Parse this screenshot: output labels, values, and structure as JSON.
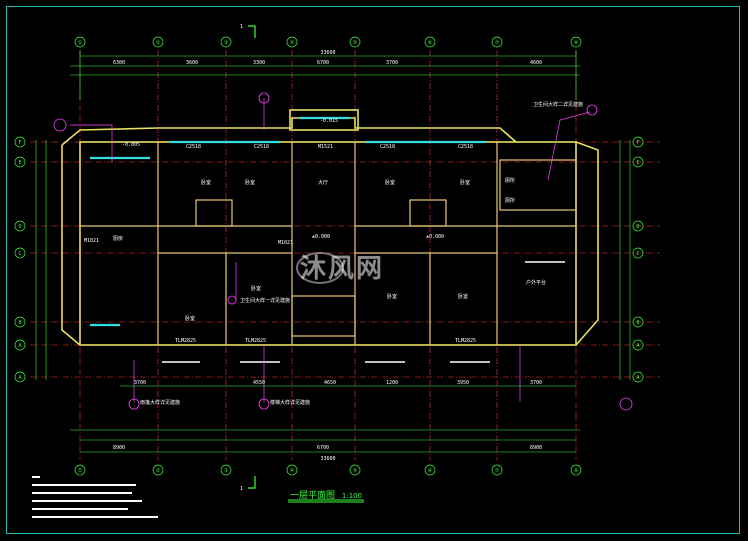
{
  "drawing": {
    "title": "一层平面图",
    "scale": "1:100",
    "section_mark": "1",
    "watermark": "沐风网"
  },
  "grid_columns": [
    "①",
    "②",
    "③",
    "④",
    "⑤",
    "⑥",
    "⑦",
    "⑧"
  ],
  "grid_rows": [
    "F",
    "E",
    "D",
    "C",
    "B",
    "A",
    "A"
  ],
  "dimensions": {
    "overall_top": "33600",
    "overall_bottom": "33600",
    "top_segments": [
      "6300",
      "3600",
      "3300",
      "6700",
      "3700",
      "4600"
    ],
    "bottom_segments": [
      "3700",
      "4550",
      "4650",
      "1200",
      "3950",
      "3700"
    ],
    "bottom_spans": [
      "8900",
      "6700",
      "8900"
    ]
  },
  "rooms": {
    "bedroom_1": "卧室",
    "living_1": "大厅",
    "bedroom_2": "卧室",
    "bedroom_3": "卧室",
    "bedroom_4": "卧室",
    "kitchen_1": "厨房",
    "bedroom_5": "卧室",
    "bedroom_6": "卧室",
    "bedroom_7": "卧室",
    "bedroom_8": "卧室",
    "toilet_1": "厕所",
    "toilet_2": "厕所",
    "activity": "户外平台"
  },
  "labels": {
    "elev_1": "±0.000",
    "elev_2": "±0.000",
    "elev_3": "-0.015",
    "elev_4": "-0.005",
    "door_m1": "M1521",
    "door_m2": "M1021",
    "door_m3": "M1021",
    "win_c1": "C2518",
    "win_c2": "C2518",
    "win_c3": "C2518",
    "win_c4": "C2518",
    "win_tlm": "TLM2825",
    "win_tlm2": "TLM2825",
    "win_tlm3": "TLM2825",
    "note_1": "卫生间大样一详见建施",
    "note_2": "卫生间大样二详见建施",
    "note_3": "楼梯大样详见建施",
    "note_4": "雨篷大样详见建施"
  }
}
